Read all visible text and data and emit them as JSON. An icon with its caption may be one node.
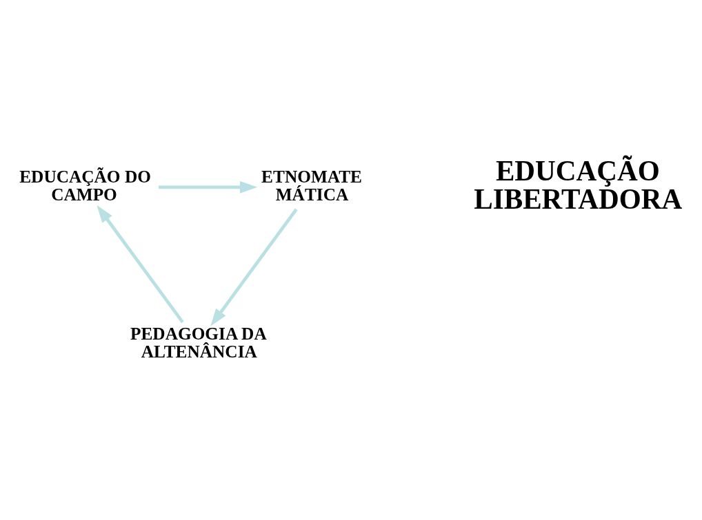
{
  "diagram": {
    "nodes": [
      {
        "text": [
          "EDUCAÇÃO DO CAMPO"
        ]
      },
      {
        "text": [
          "ETNOMATE MÁTICA"
        ]
      },
      {
        "text": [
          "PEDAGOGIA DA ALTENÂNCIA"
        ]
      }
    ],
    "edges": [
      {
        "from": 0,
        "to": 1,
        "arrow": "to"
      },
      {
        "from": 1,
        "to": 2,
        "arrow": "to"
      },
      {
        "from": 2,
        "to": 0,
        "arrow": "to"
      }
    ],
    "labels": [
      "EDUCAÇÃO LIBERTADORA"
    ]
  }
}
